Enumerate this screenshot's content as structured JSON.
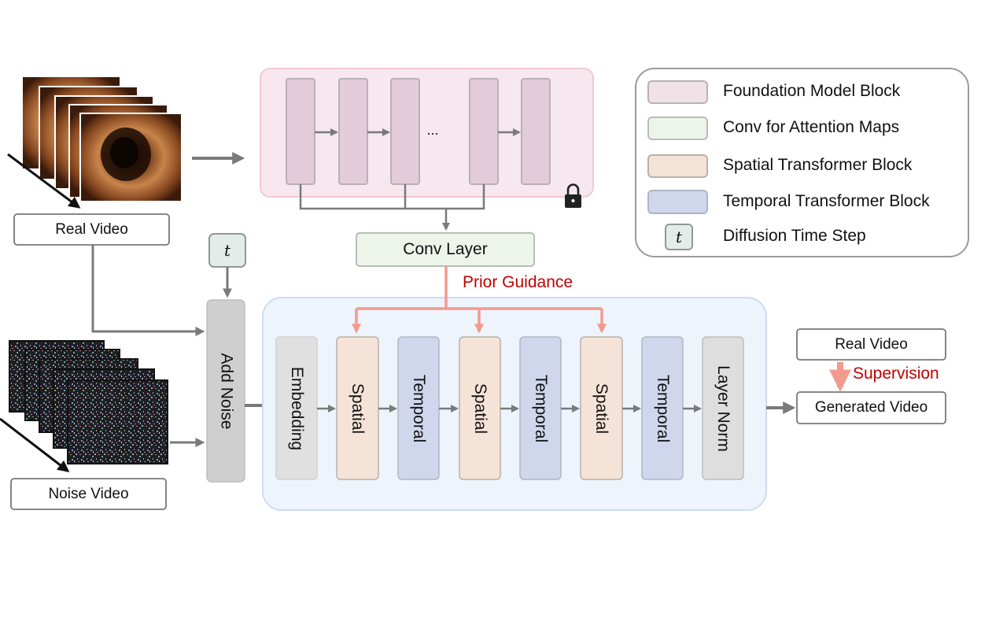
{
  "inputs": {
    "real_video_label": "Real Video",
    "noise_video_label": "Noise Video",
    "time_step_symbol": "t"
  },
  "add_noise_label": "Add Noise",
  "foundation": {
    "ellipsis": "...",
    "conv_layer_label": "Conv Layer",
    "prior_guidance_label": "Prior Guidance",
    "lock_icon": "lock-icon"
  },
  "network": {
    "blocks": [
      {
        "label": "Embedding",
        "kind": "embedding"
      },
      {
        "label": "Spatial",
        "kind": "spatial"
      },
      {
        "label": "Temporal",
        "kind": "temporal"
      },
      {
        "label": "Spatial",
        "kind": "spatial"
      },
      {
        "label": "Temporal",
        "kind": "temporal"
      },
      {
        "label": "Spatial",
        "kind": "spatial"
      },
      {
        "label": "Temporal",
        "kind": "temporal"
      },
      {
        "label": "Layer Norm",
        "kind": "layernorm"
      }
    ]
  },
  "output": {
    "real_video_label": "Real Video",
    "supervision_label": "Supervision",
    "generated_video_label": "Generated Video"
  },
  "legend": {
    "items": [
      {
        "label": "Foundation Model Block",
        "swatch": "foundation"
      },
      {
        "label": "Conv for Attention Maps",
        "swatch": "conv"
      },
      {
        "label": "Spatial Transformer Block",
        "swatch": "spatial"
      },
      {
        "label": "Temporal Transformer Block",
        "swatch": "temporal"
      },
      {
        "label": "Diffusion Time Step",
        "swatch": "timestep",
        "symbol": "t"
      }
    ]
  },
  "colors": {
    "foundation_fill": "#e3cbd9",
    "foundation_panel": "#f6e8ee",
    "conv_fill": "#edf5ea",
    "spatial_fill": "#f6e3d8",
    "temporal_fill": "#d0d6ec",
    "embedding_fill": "#e0e0e0",
    "network_panel": "#eef4fc",
    "timestep_fill": "#e4ece9",
    "guidance_arrow": "#f39a8f",
    "guidance_text": "#c00000",
    "arrow_gray": "#7a7a7a"
  }
}
